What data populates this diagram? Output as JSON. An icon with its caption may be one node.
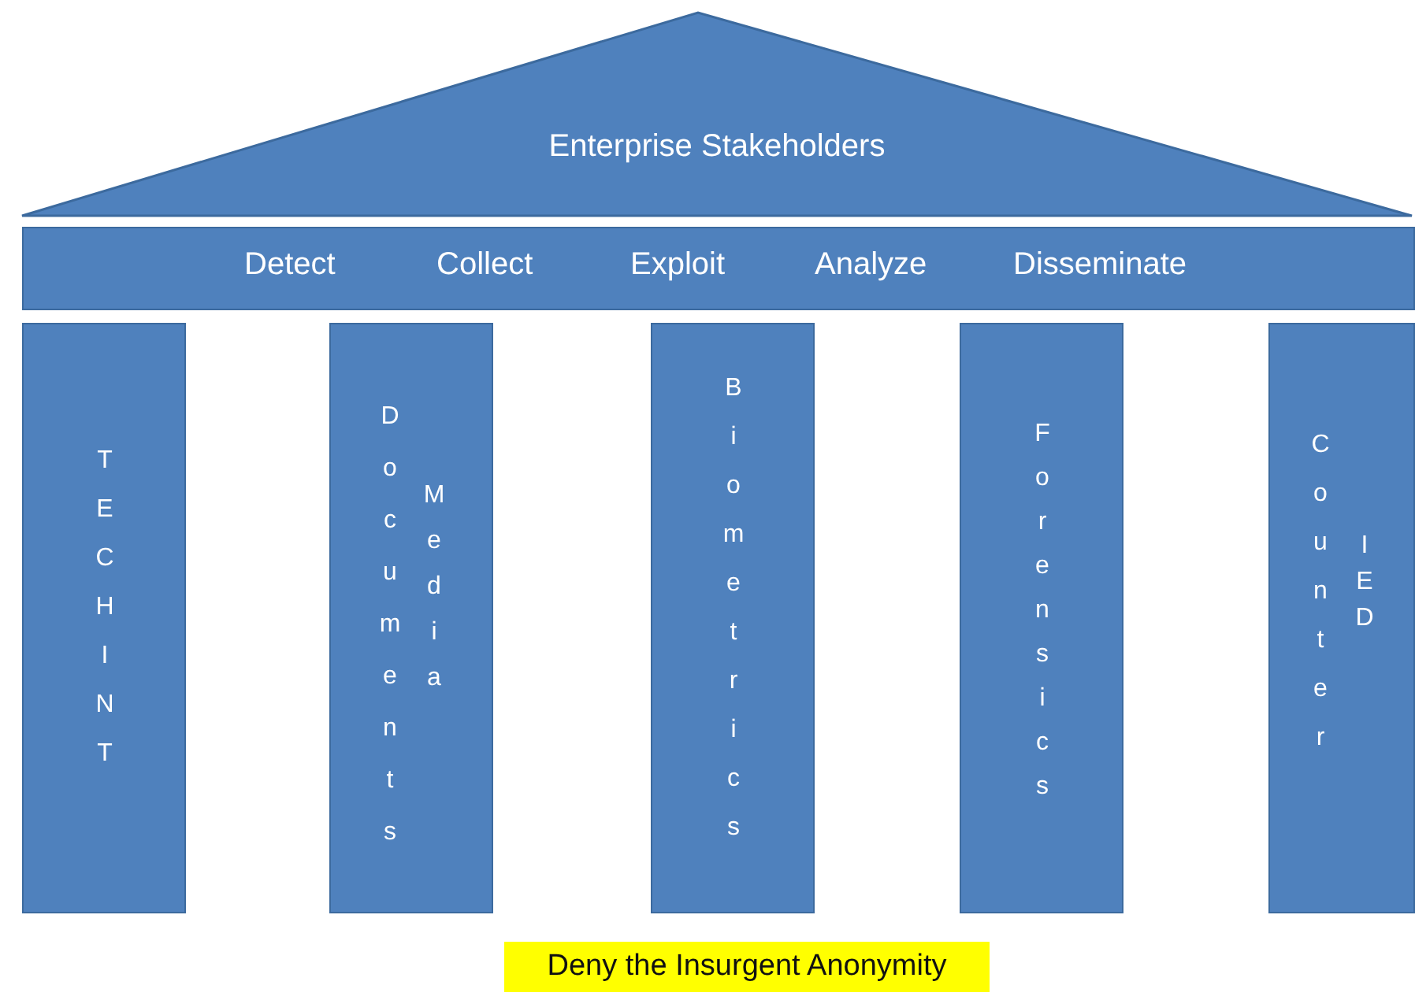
{
  "diagram": {
    "nodes": [
      {
        "text": [
          "Enterprise Stakeholders"
        ]
      },
      {
        "text": [
          "Detect",
          "Collect",
          "Exploit",
          "Analyze",
          "Disseminate"
        ]
      },
      {
        "text": [
          "TECHINT"
        ]
      },
      {
        "text": [
          "Documents",
          "Media"
        ]
      },
      {
        "text": [
          "Biometrics"
        ]
      },
      {
        "text": [
          "Forensics"
        ]
      },
      {
        "text": [
          "Counter",
          "IED"
        ]
      },
      {
        "text": [
          "Deny the Insurgent Anonymity"
        ]
      }
    ],
    "edges": []
  }
}
